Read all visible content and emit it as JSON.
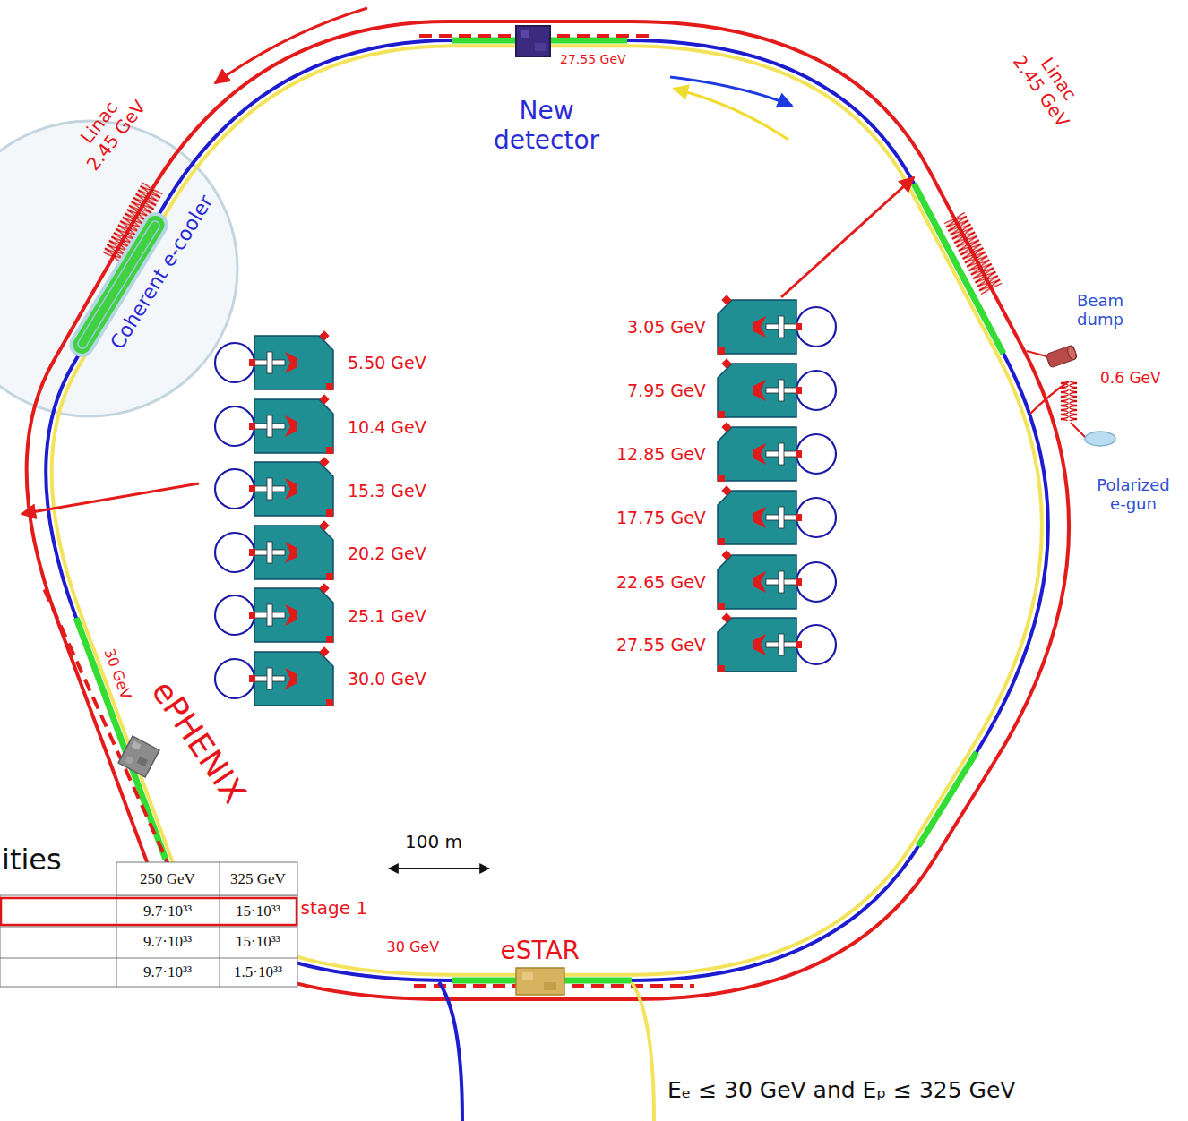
{
  "diagram": {
    "nodes": [
      {
        "text": [
          "New detector"
        ]
      },
      {
        "text": [
          "Coherent e-cooler"
        ]
      },
      {
        "text": [
          "Beam dump"
        ]
      },
      {
        "text": [
          "Polarized e-gun"
        ]
      },
      {
        "text": [
          "ePHENIX"
        ]
      },
      {
        "text": [
          "eSTAR"
        ]
      }
    ],
    "labels": [
      "27.55 GeV",
      "Linac 2.45 GeV",
      "Linac 2.45 GeV",
      "0.6 GeV",
      "5.50 GeV",
      "10.4 GeV",
      "15.3 GeV",
      "20.2 GeV",
      "25.1 GeV",
      "30.0 GeV",
      "3.05 GeV",
      "7.95 GeV",
      "12.85 GeV",
      "17.75 GeV",
      "22.65 GeV",
      "27.55 GeV",
      "30 GeV",
      "100 m",
      "ities",
      "250 GeV",
      "325 GeV",
      "9.7·10³³",
      "15·10³³",
      "stage 1",
      "9.7·10³³",
      "15·10³³",
      "9.7·10³³",
      "1.5·10³³",
      "30 GeV",
      "Eₑ ≤ 30 GeV and Eₚ ≤ 325 GeV"
    ]
  }
}
